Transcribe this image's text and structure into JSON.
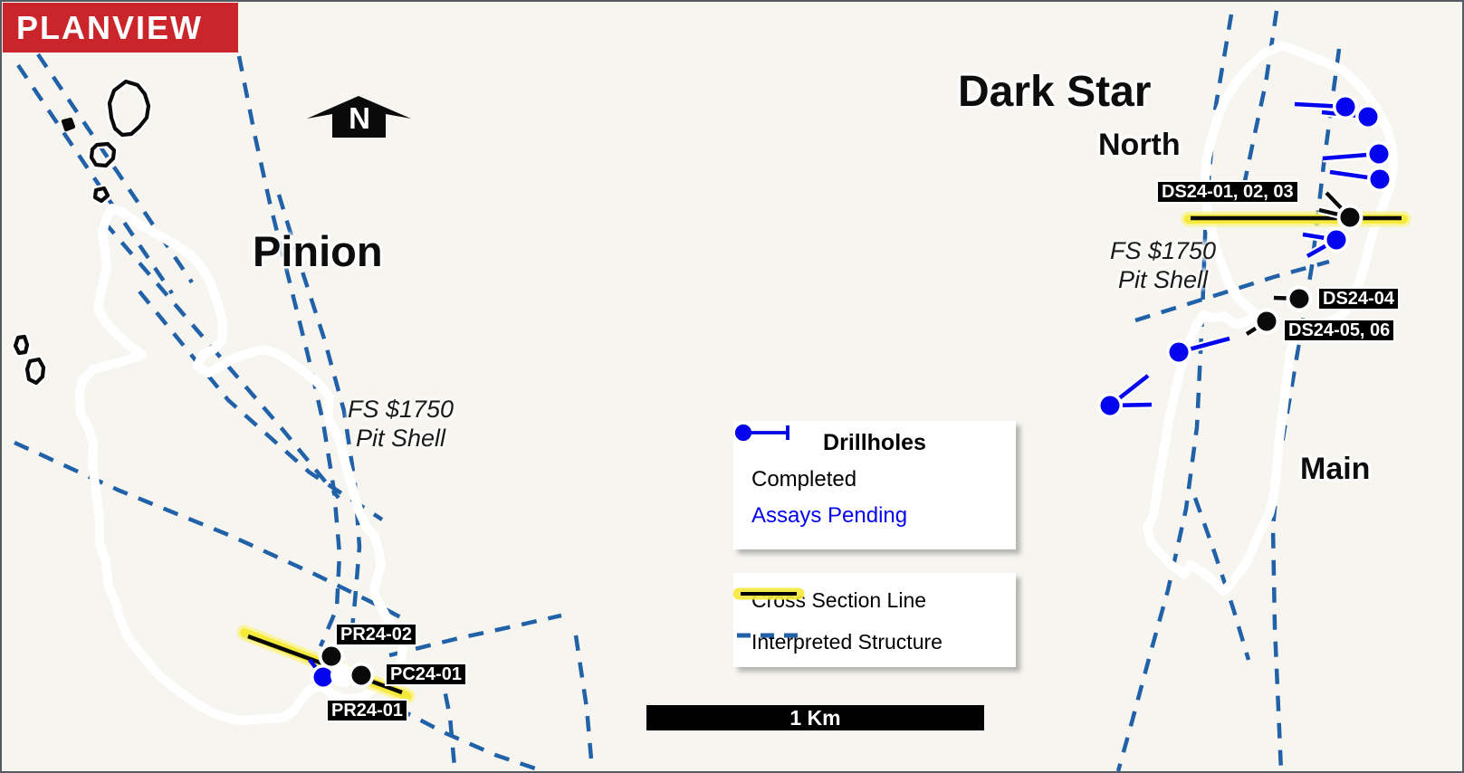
{
  "badge": {
    "label": "PLANVIEW"
  },
  "north_arrow": {
    "label": "N"
  },
  "pinion": {
    "title": "Pinion",
    "pit_shell_line1": "FS $1750",
    "pit_shell_line2": "Pit Shell",
    "pending_unlabeled_dots": 1,
    "drillholes": [
      {
        "id": "PR24-02",
        "status": "completed"
      },
      {
        "id": "PC24-01",
        "status": "completed"
      },
      {
        "id": "PR24-01",
        "status": "assays_pending"
      }
    ]
  },
  "dark_star": {
    "title": "Dark Star",
    "zone_north": "North",
    "zone_main": "Main",
    "pit_shell_line1": "FS $1750",
    "pit_shell_line2": "Pit Shell",
    "pending_unlabeled_dots": 7,
    "drillholes": [
      {
        "id": "DS24-01, 02, 03",
        "status": "completed"
      },
      {
        "id": "DS24-04",
        "status": "completed"
      },
      {
        "id": "DS24-05, 06",
        "status": "completed"
      }
    ]
  },
  "legend": {
    "drillholes": {
      "title": "Drillholes",
      "items": [
        {
          "label": "Completed",
          "color": "#000000"
        },
        {
          "label": "Assays Pending",
          "color": "#0404EE"
        }
      ]
    },
    "lines": {
      "items": [
        {
          "label": "Cross Section Line"
        },
        {
          "label": "Interpreted Structure"
        }
      ]
    }
  },
  "scale_bar": {
    "label": "1 Km"
  },
  "colors": {
    "background": "#F7F5F0",
    "badge_red": "#C9252B",
    "structure_blue": "#2161A8",
    "pending_blue": "#0404EE",
    "cross_section_yellow": "#F5E93B",
    "outline": "#000000"
  }
}
